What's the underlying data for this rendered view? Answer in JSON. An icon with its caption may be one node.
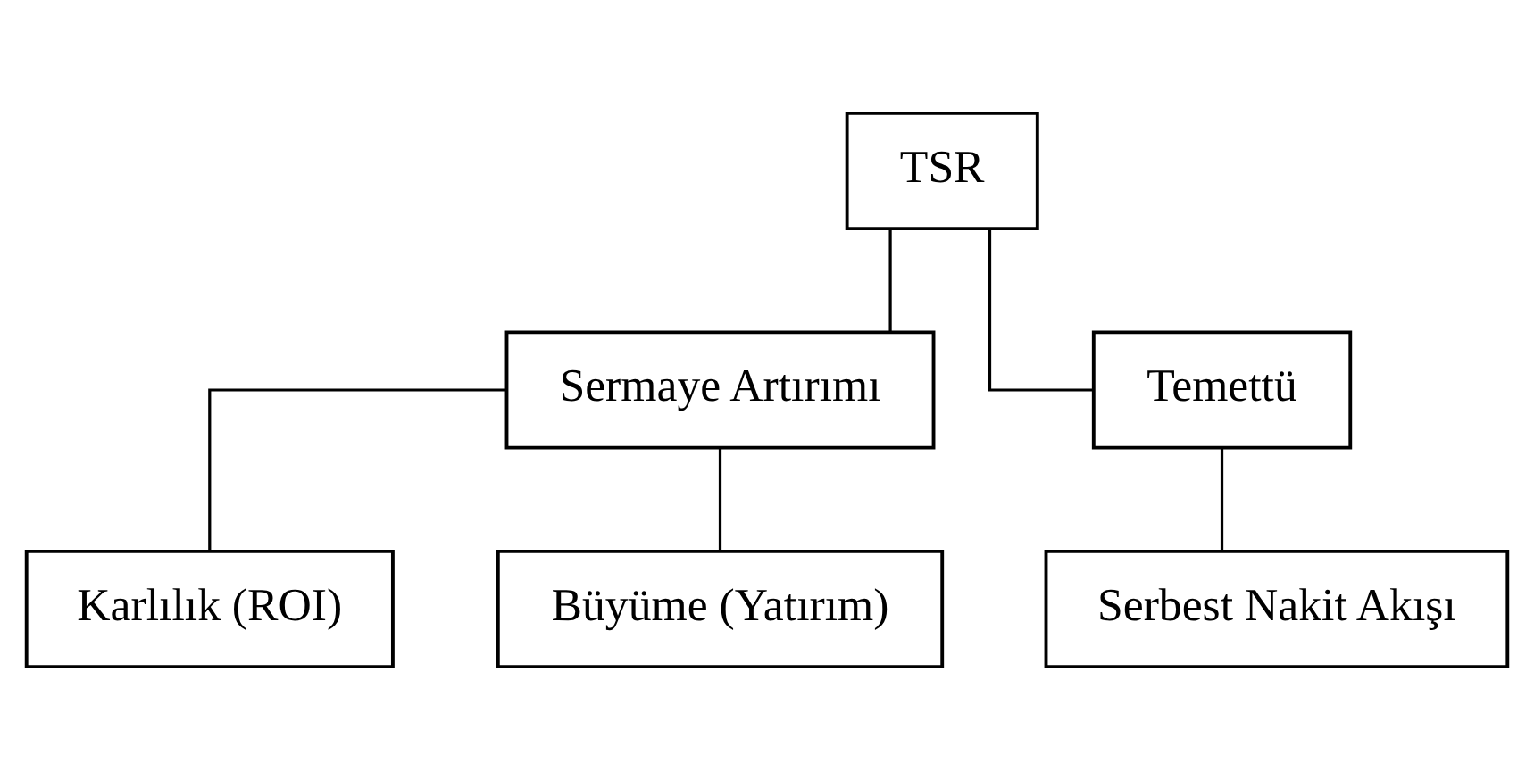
{
  "diagram": {
    "nodes": [
      {
        "text": [
          "TSR"
        ]
      },
      {
        "text": [
          "Sermaye Artırımı"
        ]
      },
      {
        "text": [
          "Temettü"
        ]
      },
      {
        "text": [
          "Karlılık (ROI)"
        ]
      },
      {
        "text": [
          "Büyüme (Yatırım)"
        ]
      },
      {
        "text": [
          "Serbest Nakit Akışı"
        ]
      }
    ],
    "edges": [
      {
        "from": 0,
        "to": 1,
        "arrow": "none"
      },
      {
        "from": 0,
        "to": 2,
        "arrow": "none"
      },
      {
        "from": 1,
        "to": 3,
        "arrow": "none"
      },
      {
        "from": 1,
        "to": 4,
        "arrow": "none"
      },
      {
        "from": 2,
        "to": 5,
        "arrow": "none"
      }
    ]
  }
}
